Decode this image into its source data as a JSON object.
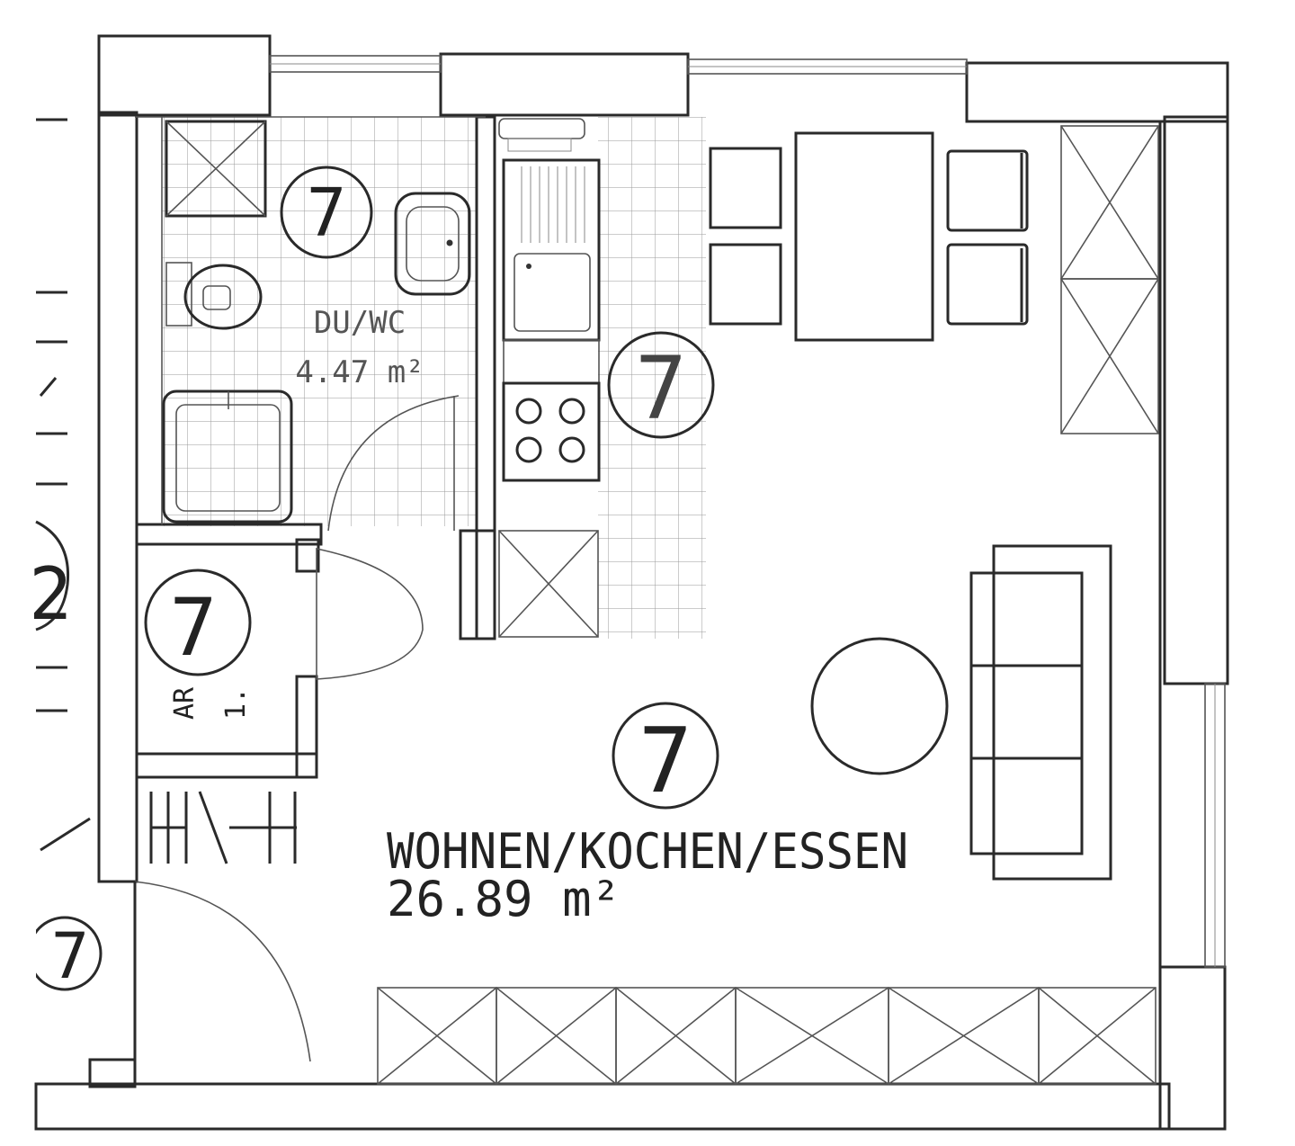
{
  "colors": {
    "ink": "#222222",
    "paper": "#ffffff",
    "hatch": "#333333"
  },
  "rooms": {
    "main": {
      "marker": "7",
      "name": "WOHNEN/KOCHEN/ESSEN",
      "area": "26.89 m²"
    },
    "bath": {
      "marker": "7",
      "name": "DU/WC",
      "area": "4.47 m²"
    },
    "closet": {
      "marker": "7",
      "name": "AR",
      "area": "1."
    },
    "kitchen": {
      "marker": "7"
    },
    "adjacent": {
      "marker": "7"
    }
  },
  "partial_labels": {
    "left_edge": "2"
  }
}
